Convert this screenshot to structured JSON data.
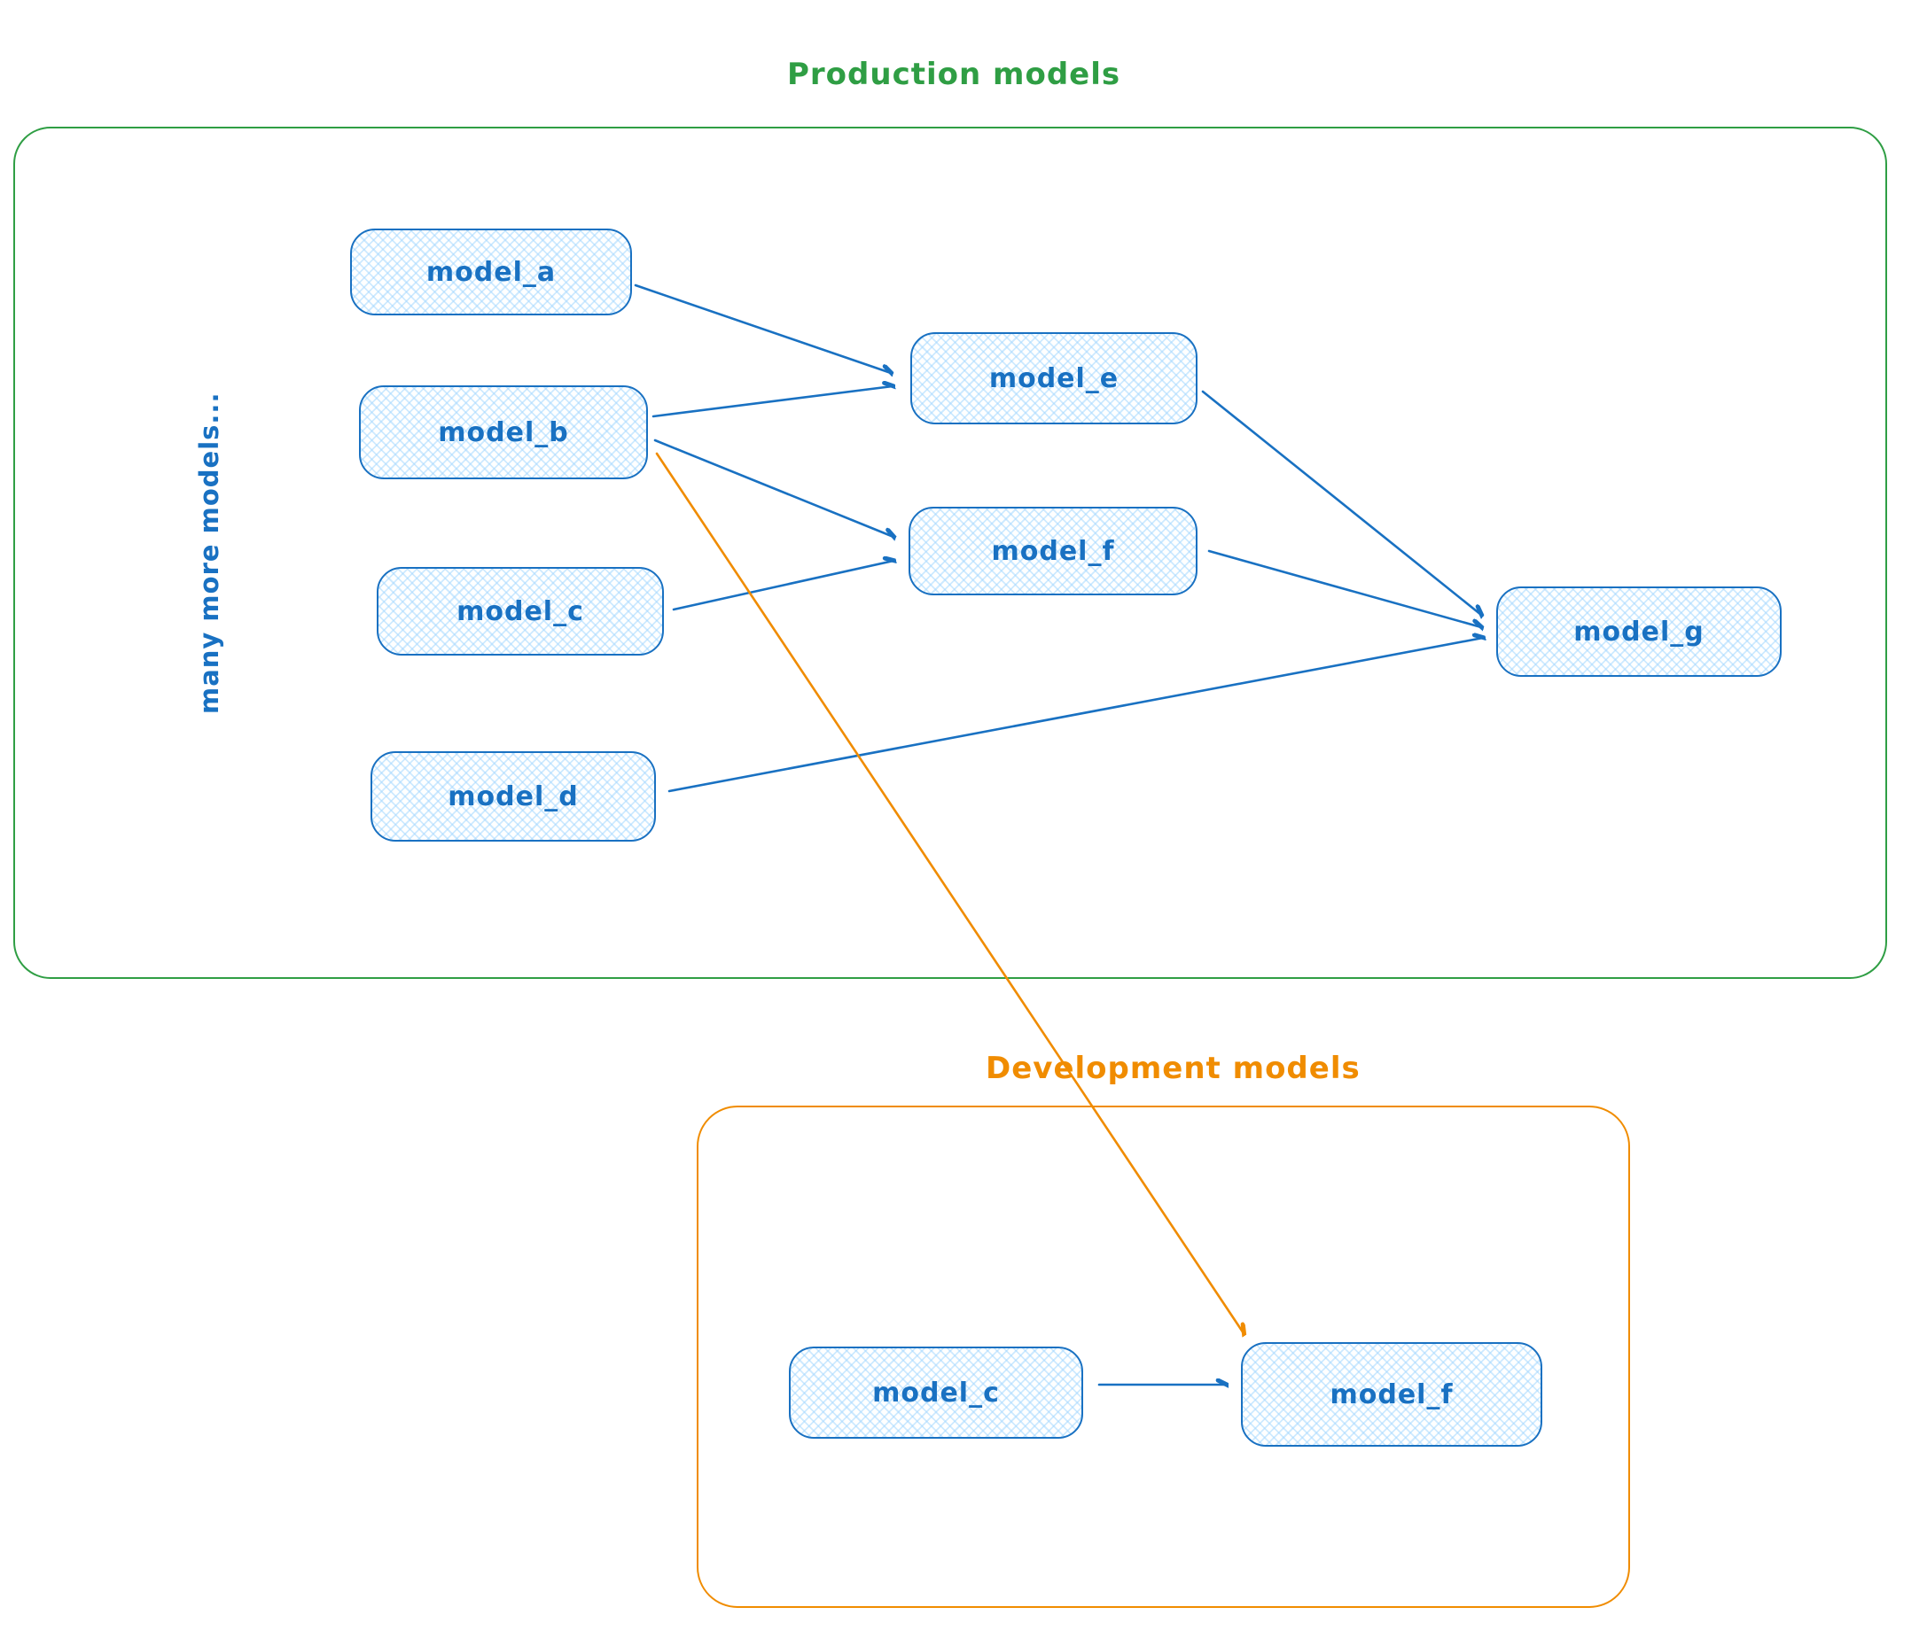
{
  "diagram": {
    "colors": {
      "blue": "#1971c2",
      "green": "#2f9e44",
      "orange": "#f08c00",
      "node_fill": "#a5d8ff",
      "background": "#ffffff"
    },
    "groups": [
      {
        "id": "production",
        "title": "Production models",
        "color": "#2f9e44"
      },
      {
        "id": "development",
        "title": "Development models",
        "color": "#f08c00"
      }
    ],
    "side_label": "many more models...",
    "nodes": [
      {
        "id": "prod_model_a",
        "label": "model_a",
        "group": "production"
      },
      {
        "id": "prod_model_b",
        "label": "model_b",
        "group": "production"
      },
      {
        "id": "prod_model_c",
        "label": "model_c",
        "group": "production"
      },
      {
        "id": "prod_model_d",
        "label": "model_d",
        "group": "production"
      },
      {
        "id": "prod_model_e",
        "label": "model_e",
        "group": "production"
      },
      {
        "id": "prod_model_f",
        "label": "model_f",
        "group": "production"
      },
      {
        "id": "prod_model_g",
        "label": "model_g",
        "group": "production"
      },
      {
        "id": "dev_model_c",
        "label": "model_c",
        "group": "development"
      },
      {
        "id": "dev_model_f",
        "label": "model_f",
        "group": "development"
      }
    ],
    "edges": [
      {
        "from": "prod_model_a",
        "to": "prod_model_e",
        "color": "blue"
      },
      {
        "from": "prod_model_b",
        "to": "prod_model_e",
        "color": "blue"
      },
      {
        "from": "prod_model_b",
        "to": "prod_model_f",
        "color": "blue"
      },
      {
        "from": "prod_model_c",
        "to": "prod_model_f",
        "color": "blue"
      },
      {
        "from": "prod_model_e",
        "to": "prod_model_g",
        "color": "blue"
      },
      {
        "from": "prod_model_f",
        "to": "prod_model_g",
        "color": "blue"
      },
      {
        "from": "prod_model_d",
        "to": "prod_model_g",
        "color": "blue"
      },
      {
        "from": "prod_model_b",
        "to": "dev_model_f",
        "color": "orange"
      },
      {
        "from": "dev_model_c",
        "to": "dev_model_f",
        "color": "blue"
      }
    ]
  }
}
